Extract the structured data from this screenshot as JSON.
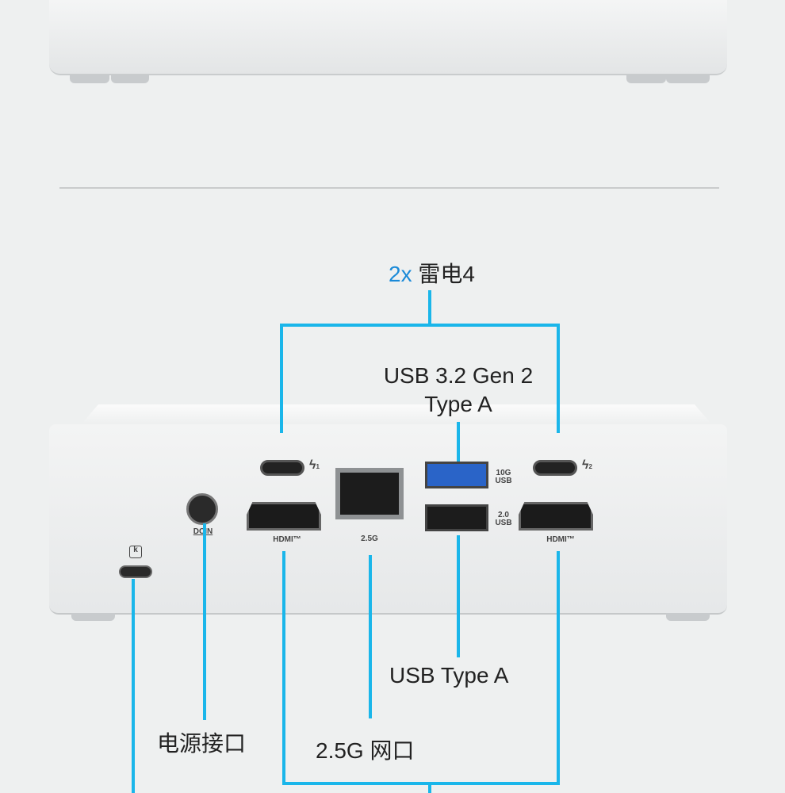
{
  "labels": {
    "thunderbolt_count": "2x",
    "thunderbolt": "雷电4",
    "usb32_line1": "USB 3.2 Gen 2",
    "usb32_line2": "Type A",
    "usb_type_a": "USB  Type A",
    "power": "电源接口",
    "ethernet": "2.5G 网口"
  },
  "port_marks": {
    "tb1": "1",
    "tb2": "2",
    "usb10g_1": "10G",
    "usb10g_2": "USB",
    "usb20_1": "2.0",
    "usb20_2": "USB",
    "hdmi": "HDMI™",
    "lan": "2.5G",
    "dcin": "DCIN"
  },
  "colors": {
    "accent": "#1a8ad8",
    "line": "#1ab6ea"
  }
}
